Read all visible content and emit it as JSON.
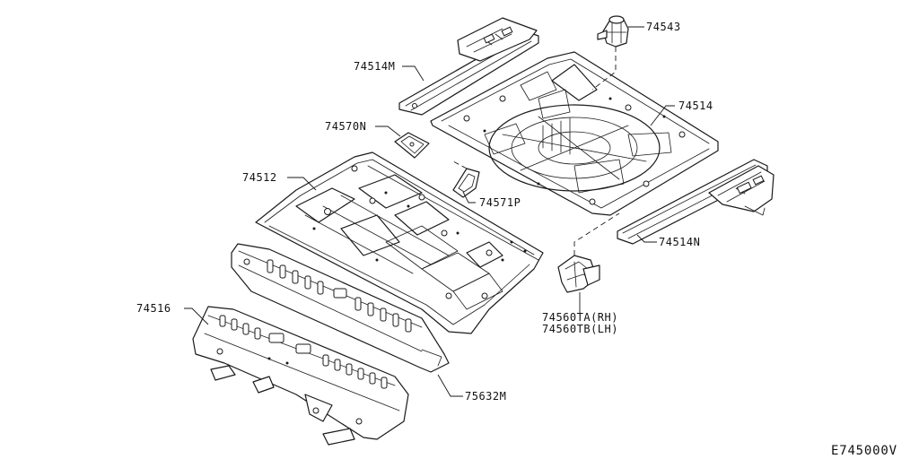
{
  "parts": {
    "p74543": "74543",
    "p74514M": "74514M",
    "p74514": "74514",
    "p74570N": "74570N",
    "p74512": "74512",
    "p74571P": "74571P",
    "p74514N": "74514N",
    "p74516": "74516",
    "p74560TA": "74560TA(RH)",
    "p74560TB": "74560TB(LH)",
    "p75632M": "75632M"
  },
  "diagram_code": "E745000V"
}
